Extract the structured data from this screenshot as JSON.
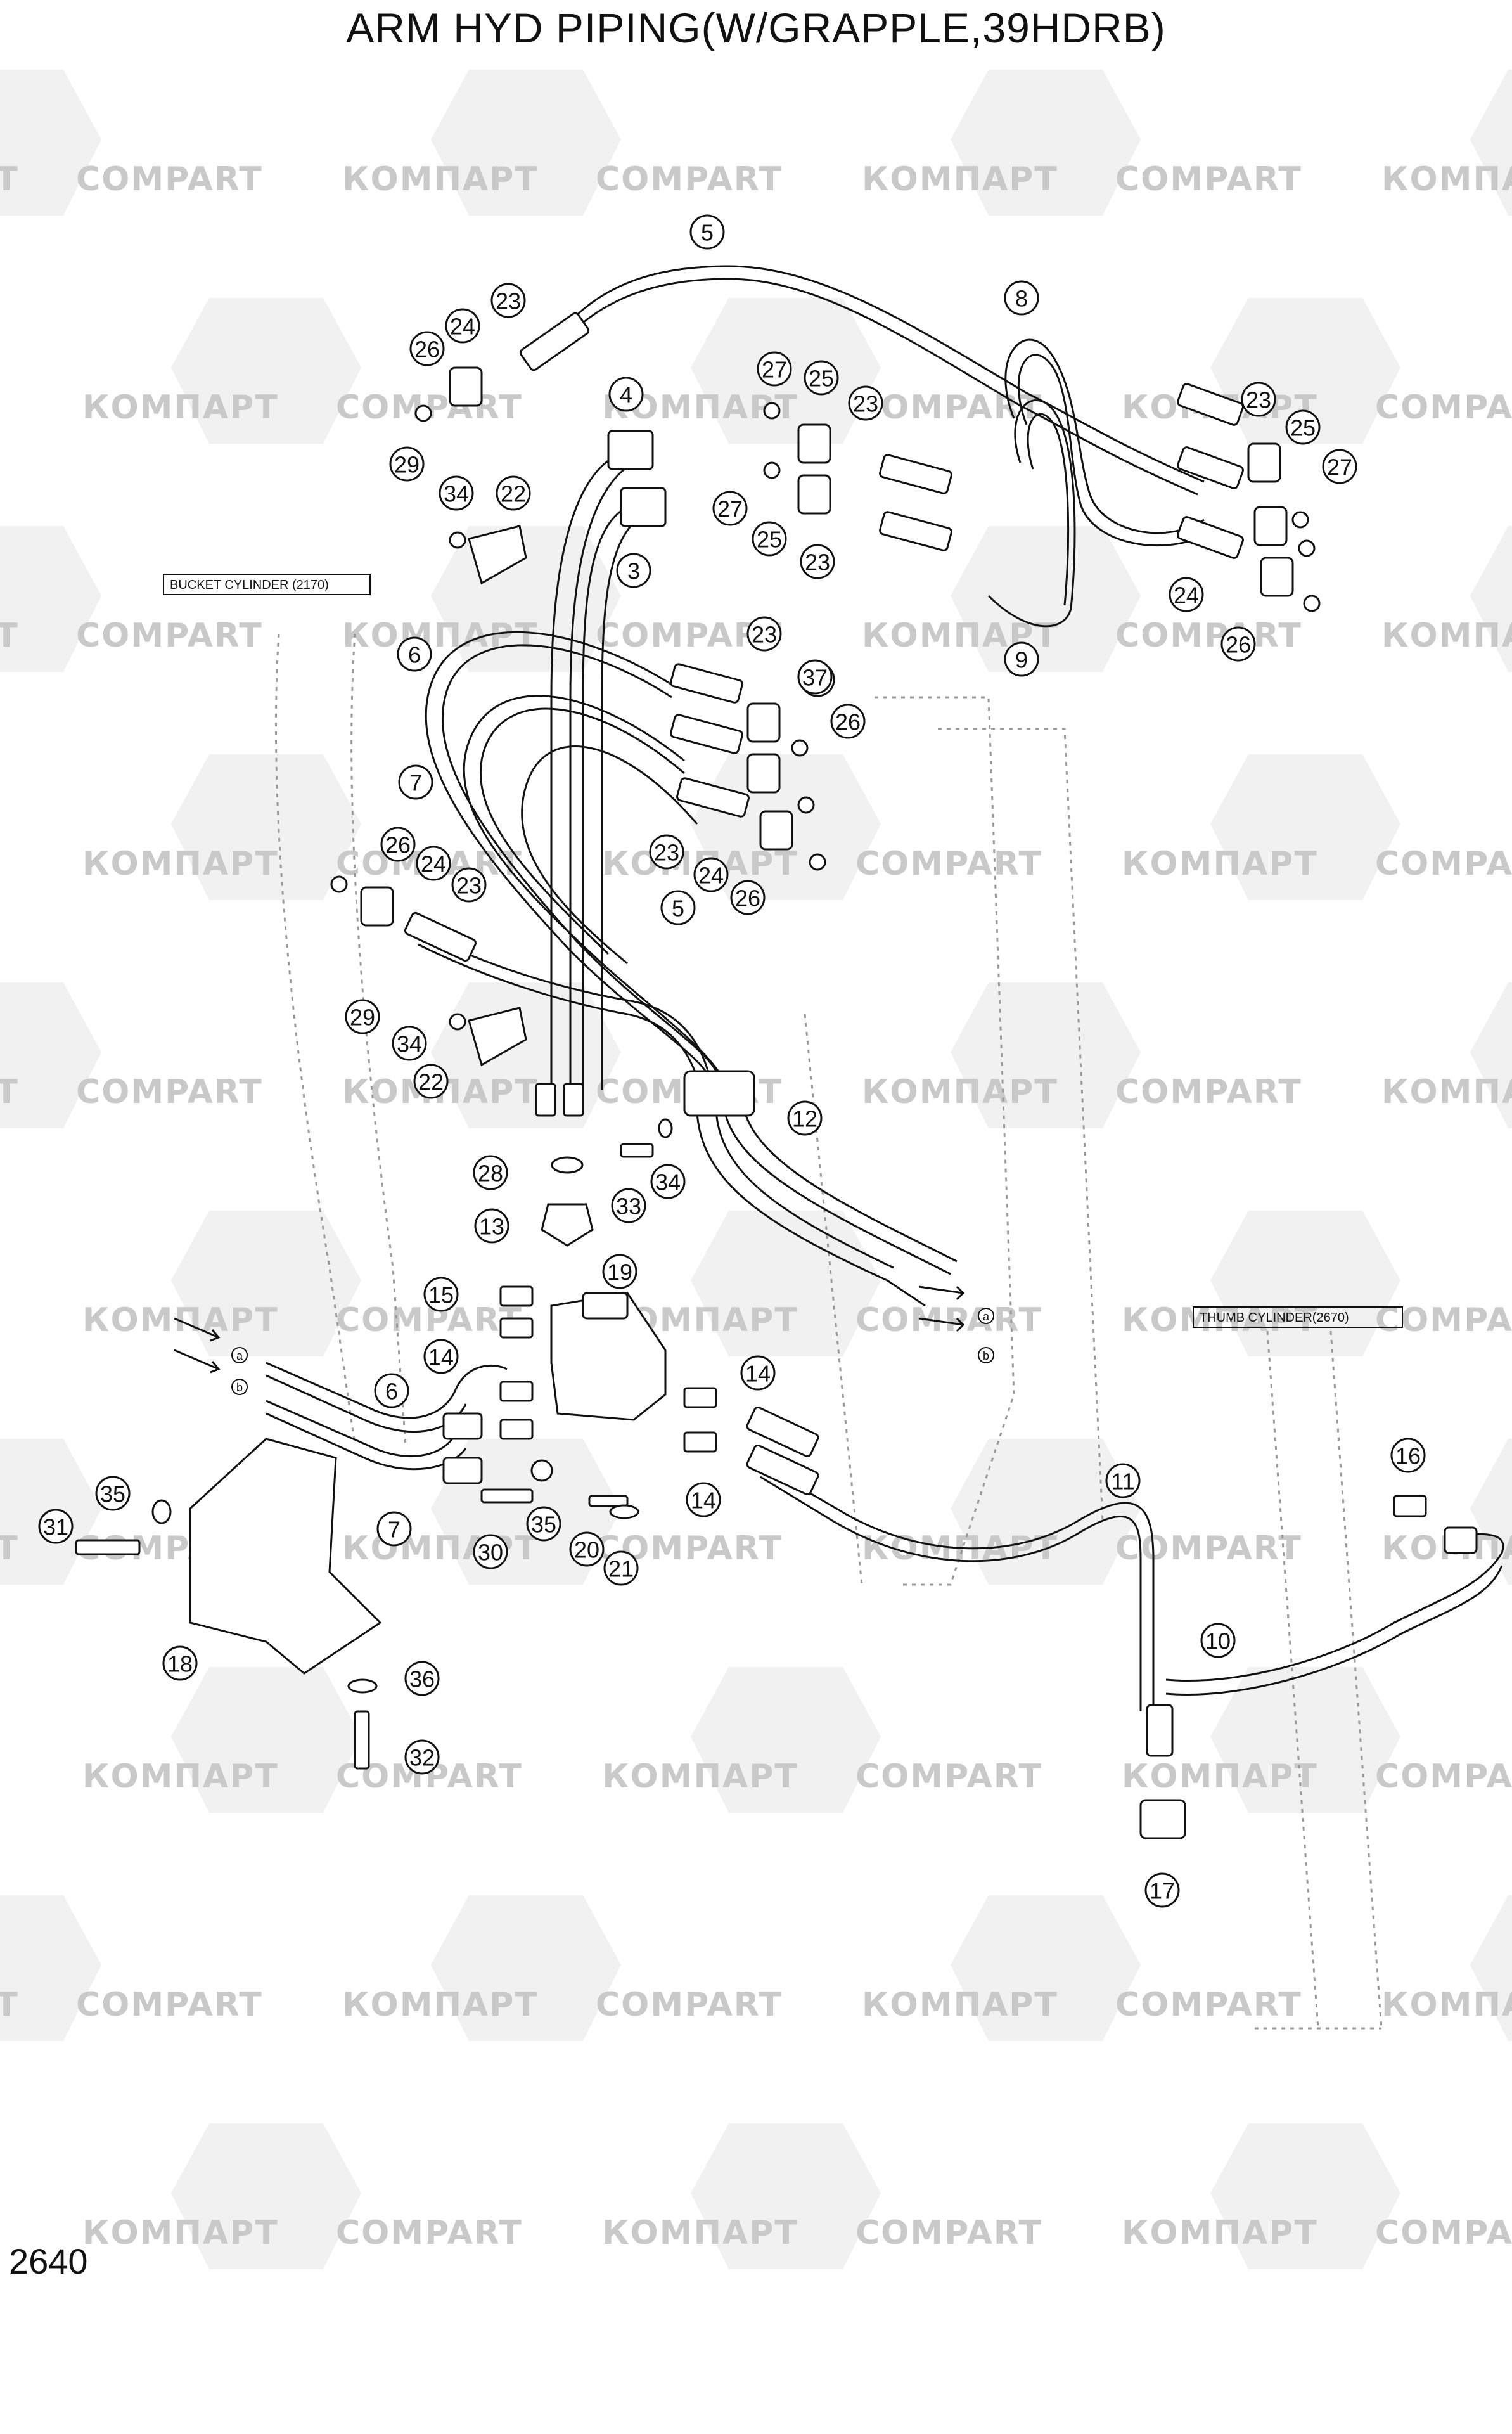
{
  "title": "ARM HYD PIPING(W/GRAPPLE,39HDRB)",
  "page_number": "2640",
  "watermark": {
    "text_a": "КОМПАРТ",
    "text_b": "COMPART",
    "color": "#c9c9c9"
  },
  "box_labels": {
    "bucket_cylinder": "BUCKET CYLINDER (2170)",
    "thumb_cylinder": "THUMB CYLINDER(2670)"
  },
  "port_markers": {
    "a": "a",
    "b": "b"
  },
  "callouts": [
    "5",
    "8",
    "23",
    "24",
    "26",
    "27",
    "25",
    "23",
    "23",
    "25",
    "27",
    "4",
    "29",
    "34",
    "22",
    "27",
    "25",
    "23",
    "3",
    "23",
    "24",
    "26",
    "6",
    "23",
    "37",
    "26",
    "7",
    "23",
    "24",
    "26",
    "26",
    "24",
    "23",
    "5",
    "29",
    "34",
    "22",
    "12",
    "28",
    "34",
    "33",
    "13",
    "19",
    "15",
    "14",
    "14",
    "14",
    "6",
    "7",
    "16",
    "35",
    "31",
    "30",
    "35",
    "20",
    "21",
    "11",
    "10",
    "18",
    "36",
    "32",
    "17",
    "9"
  ]
}
